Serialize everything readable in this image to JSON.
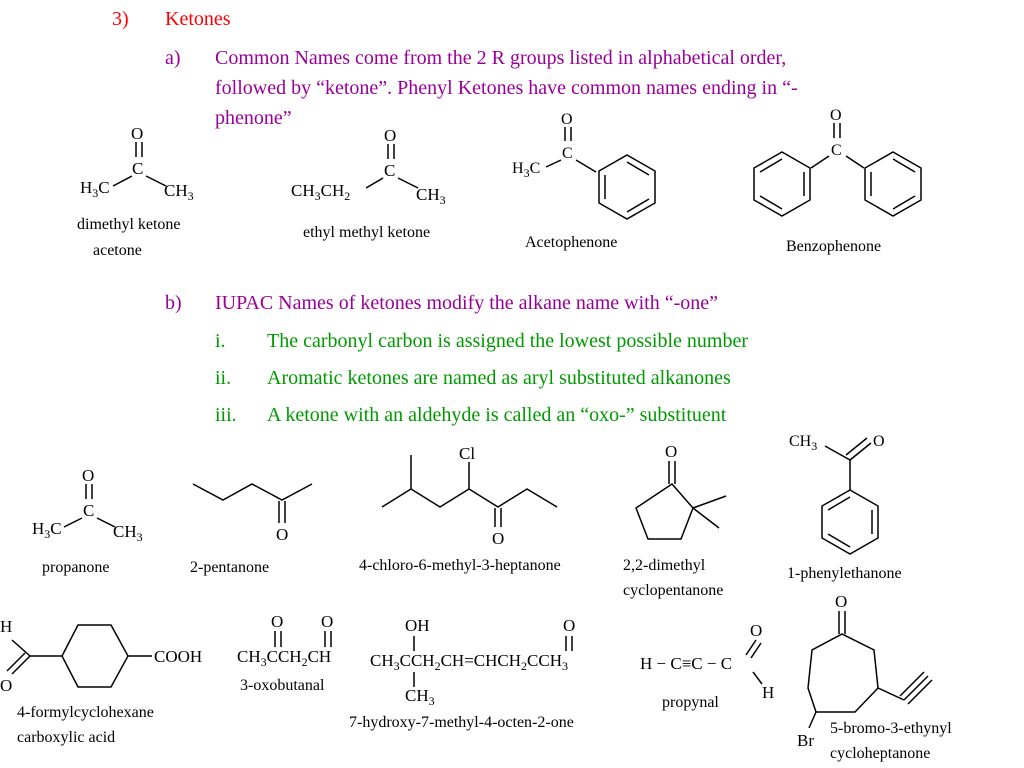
{
  "section": {
    "number": "3)",
    "title": "Ketones"
  },
  "points": {
    "a": {
      "label": "a)",
      "line1": "Common Names come from the 2 R groups listed in alphabetical order,",
      "line2": "followed by “ketone”.  Phenyl Ketones have common names ending in “-",
      "line3": "phenone”"
    },
    "b": {
      "label": "b)",
      "text": "IUPAC Names of ketones modify the alkane name with “-one”"
    },
    "i": {
      "label": "i.",
      "text": "The carbonyl carbon is assigned the lowest possible number"
    },
    "ii": {
      "label": "ii.",
      "text": "Aromatic ketones are named as aryl substituted alkanones"
    },
    "iii": {
      "label": "iii.",
      "text": "A ketone with an aldehyde is called an “oxo-” substituent"
    }
  },
  "names": {
    "dimethyl_ketone": "dimethyl ketone",
    "acetone": "acetone",
    "ethyl_methyl_ketone": "ethyl methyl ketone",
    "acetophenone": "Acetophenone",
    "benzophenone": "Benzophenone",
    "propanone": "propanone",
    "pentanone": "2-pentanone",
    "chloro_heptanone": "4-chloro-6-methyl-3-heptanone",
    "dimethyl_cp_1": "2,2-dimethyl",
    "dimethyl_cp_2": "cyclopentanone",
    "phenylethanone": "1-phenylethanone",
    "formyl_1": "4-formylcyclohexane",
    "formyl_2": "carboxylic acid",
    "oxobutanal": "3-oxobutanal",
    "hydroxy_octenone": "7-hydroxy-7-methyl-4-octen-2-one",
    "propynal": "propynal",
    "bromo_1": "5-bromo-3-ethynyl",
    "bromo_2": "cycloheptanone"
  },
  "atoms": {
    "O": "O",
    "C": "C",
    "H": "H",
    "Cl": "Cl",
    "Br": "Br",
    "OH": "OH",
    "H3C": "H3C",
    "CH3": "CH3",
    "CH3CH2": "CH3CH2",
    "COOH": "COOH",
    "oxobutanal_formula": "CH3CCH2CH",
    "octenone_formula": "CH3CCH2CH=CHCH2CCH3",
    "propynal_formula": "H − C≡C − C"
  }
}
